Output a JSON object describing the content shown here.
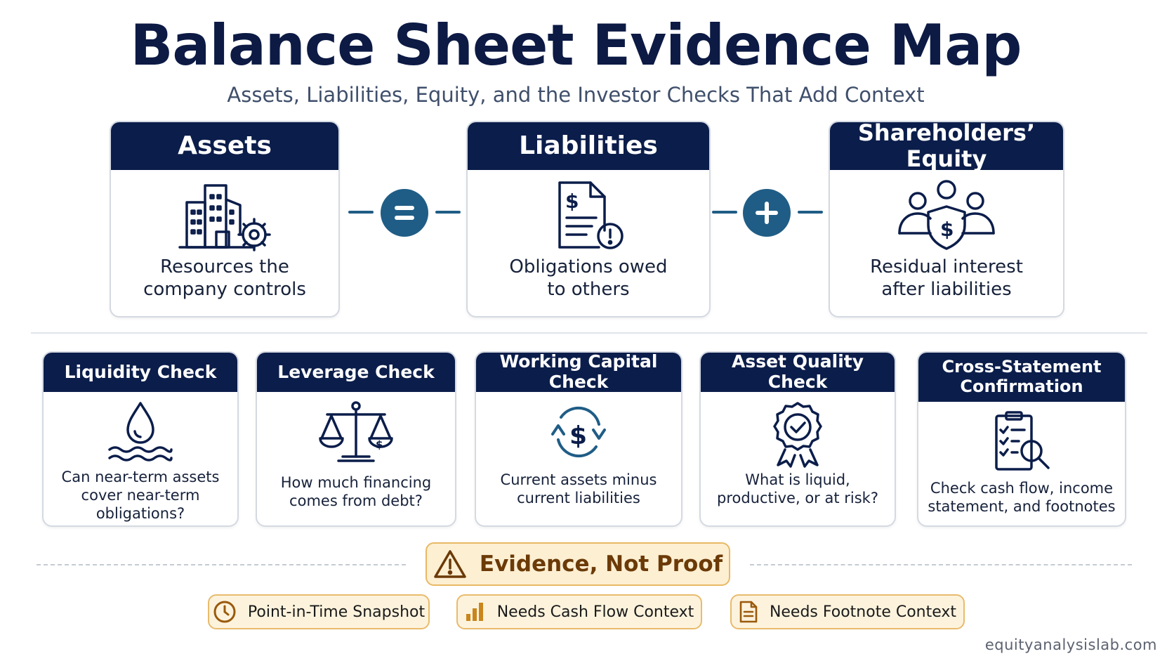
{
  "title": "Balance Sheet Evidence Map",
  "subtitle": "Assets, Liabilities, Equity, and the Investor Checks That Add Context",
  "components": [
    {
      "heading": "Assets",
      "icon": "building-gear-icon",
      "line1": "Resources the",
      "line2": "company controls"
    },
    {
      "heading": "Liabilities",
      "icon": "invoice-alert-icon",
      "line1": "Obligations owed",
      "line2": "to others"
    },
    {
      "heading": "Shareholders’ Equity",
      "icon": "shareholders-shield-icon",
      "line1": "Residual interest",
      "line2": "after liabilities"
    }
  ],
  "operators": {
    "equals": "=",
    "plus": "+"
  },
  "checks": [
    {
      "heading": "Liquidity Check",
      "icon": "water-drop-icon",
      "lines": [
        "Can near-term assets",
        "cover near-term",
        "obligations?"
      ]
    },
    {
      "heading": "Leverage Check",
      "icon": "balance-scale-icon",
      "lines": [
        "How much financing",
        "comes from debt?"
      ]
    },
    {
      "heading": "Working Capital Check",
      "icon": "dollar-cycle-icon",
      "lines": [
        "Current assets minus",
        "current liabilities"
      ]
    },
    {
      "heading": "Asset Quality Check",
      "icon": "award-badge-icon",
      "lines": [
        "What is liquid,",
        "productive, or at risk?"
      ]
    },
    {
      "heading_line1": "Cross-Statement",
      "heading_line2": "Confirmation",
      "icon": "clipboard-search-icon",
      "lines": [
        "Check cash flow, income",
        "statement, and footnotes"
      ]
    }
  ],
  "evidence": {
    "label": "Evidence, Not Proof",
    "icon": "warning-icon"
  },
  "pills": [
    {
      "label": "Point-in-Time Snapshot",
      "icon": "clock-icon"
    },
    {
      "label": "Needs Cash Flow Context",
      "icon": "bar-chart-icon"
    },
    {
      "label": "Needs Footnote Context",
      "icon": "document-icon"
    }
  ],
  "footer": "equityanalysislab.com",
  "colors": {
    "navy": "#0b1d4a",
    "teal": "#1f5d86",
    "amber_bg": "#fdefd2",
    "amber_border": "#e8b865"
  }
}
